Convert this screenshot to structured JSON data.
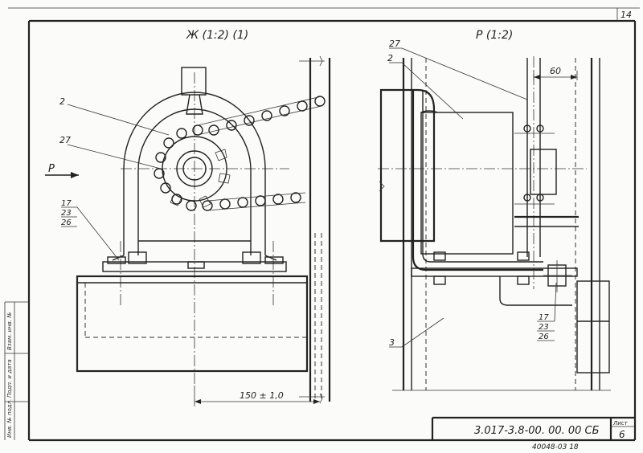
{
  "sheet_corner_number": "14",
  "view_left_title": "Ж (1:2) (1)",
  "view_right_title": "Р (1:2)",
  "view_arrow_label": "Р",
  "left_view": {
    "leader_2": "2",
    "leader_27": "27",
    "leader_17": "17",
    "leader_23": "23",
    "leader_26": "26",
    "dimension": "150 ± 1,0"
  },
  "right_view": {
    "leader_27": "27",
    "leader_2": "2",
    "dimension_60": "60",
    "leader_3": "3",
    "leader_17": "17",
    "leader_23": "23",
    "leader_26": "26"
  },
  "title_block": {
    "designation": "3.017-3.8-00. 00. 00 СБ",
    "sheet_label": "Лист",
    "sheet_number": "6"
  },
  "bottom_note": "40048-03 18",
  "side_column": [
    "Инв. № подл.",
    "Подп. и дата",
    "Взам. инв. №"
  ]
}
